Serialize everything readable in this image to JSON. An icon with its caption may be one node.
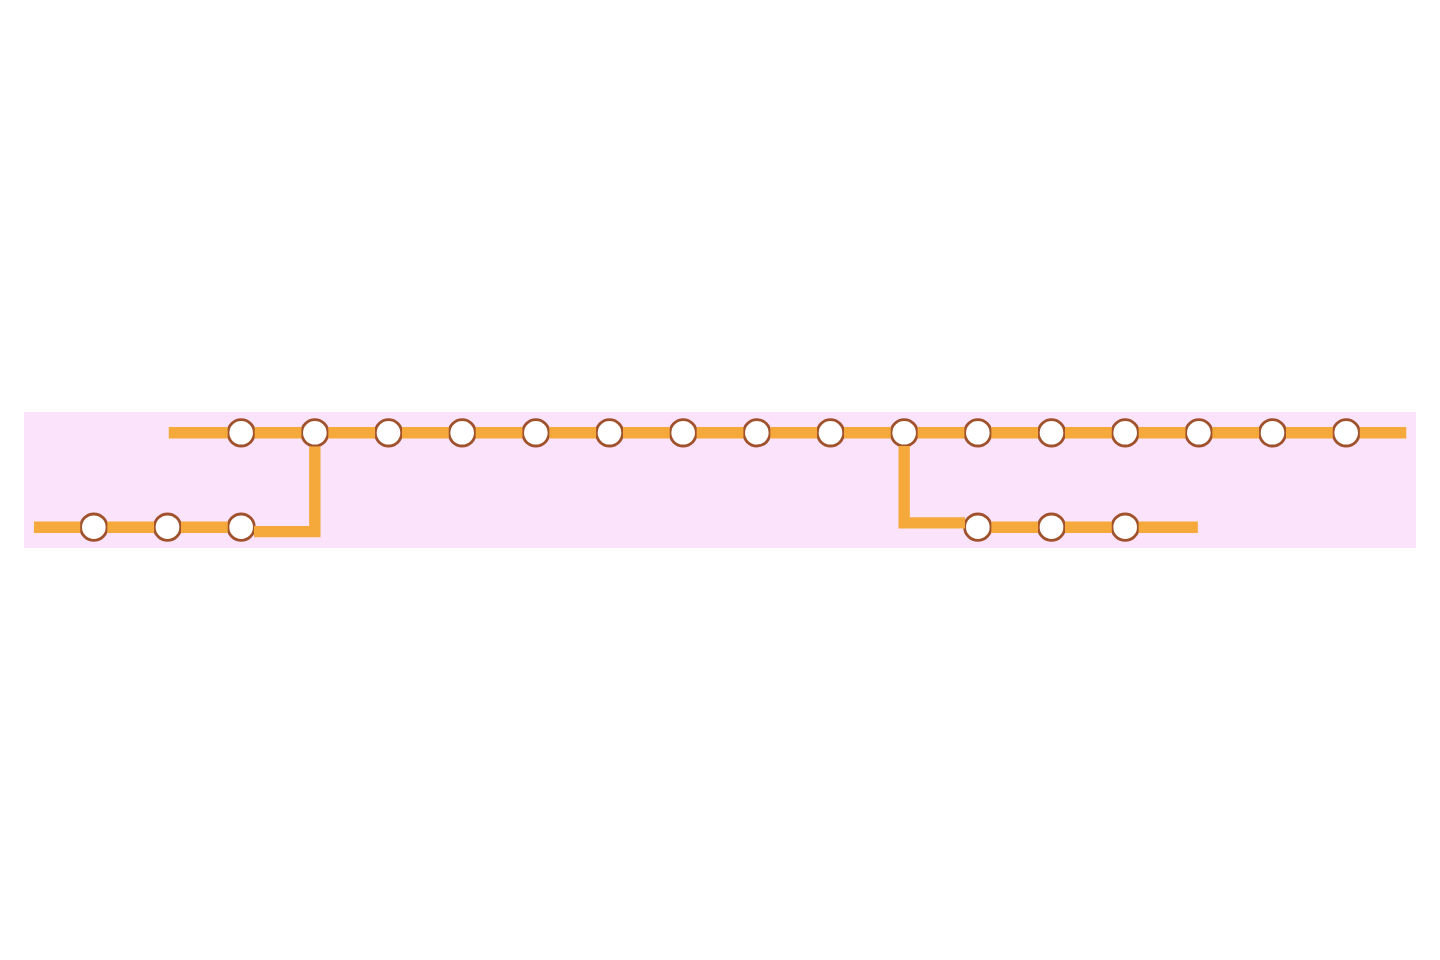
{
  "diagram": {
    "nodes": [
      {
        "text": [],
        "shape": "circle"
      },
      {
        "text": [],
        "shape": "circle"
      },
      {
        "text": [],
        "shape": "circle"
      },
      {
        "text": [],
        "shape": "circle"
      },
      {
        "text": [],
        "shape": "circle"
      },
      {
        "text": [],
        "shape": "circle"
      },
      {
        "text": [],
        "shape": "circle"
      },
      {
        "text": [],
        "shape": "circle"
      },
      {
        "text": [],
        "shape": "circle"
      },
      {
        "text": [],
        "shape": "circle"
      },
      {
        "text": [],
        "shape": "circle"
      },
      {
        "text": [],
        "shape": "circle"
      },
      {
        "text": [],
        "shape": "circle"
      },
      {
        "text": [],
        "shape": "circle"
      },
      {
        "text": [],
        "shape": "circle"
      },
      {
        "text": [],
        "shape": "circle"
      },
      {
        "text": [],
        "shape": "circle"
      },
      {
        "text": [],
        "shape": "circle"
      },
      {
        "text": [],
        "shape": "circle"
      },
      {
        "text": [],
        "shape": "circle"
      },
      {
        "text": [],
        "shape": "circle"
      },
      {
        "text": [],
        "shape": "circle"
      }
    ],
    "edges": [
      {
        "from": null,
        "to": 0,
        "arrow": "none"
      },
      {
        "from": 0,
        "to": 1,
        "arrow": "none"
      },
      {
        "from": 1,
        "to": 2,
        "arrow": "none"
      },
      {
        "from": 2,
        "to": 3,
        "arrow": "none"
      },
      {
        "from": 3,
        "to": 4,
        "arrow": "none"
      },
      {
        "from": 4,
        "to": 5,
        "arrow": "none"
      },
      {
        "from": 5,
        "to": 6,
        "arrow": "none"
      },
      {
        "from": 6,
        "to": 7,
        "arrow": "none"
      },
      {
        "from": 7,
        "to": 8,
        "arrow": "none"
      },
      {
        "from": 8,
        "to": 9,
        "arrow": "none"
      },
      {
        "from": 9,
        "to": 10,
        "arrow": "none"
      },
      {
        "from": 10,
        "to": 11,
        "arrow": "none"
      },
      {
        "from": 11,
        "to": 12,
        "arrow": "none"
      },
      {
        "from": 12,
        "to": 13,
        "arrow": "none"
      },
      {
        "from": 13,
        "to": 14,
        "arrow": "none"
      },
      {
        "from": 14,
        "to": 15,
        "arrow": "none"
      },
      {
        "from": 15,
        "to": null,
        "arrow": "none"
      },
      {
        "from": null,
        "to": 16,
        "arrow": "none"
      },
      {
        "from": 16,
        "to": 17,
        "arrow": "none"
      },
      {
        "from": 17,
        "to": 18,
        "arrow": "none"
      },
      {
        "from": 18,
        "to": 1,
        "arrow": "none"
      },
      {
        "from": 9,
        "to": 19,
        "arrow": "none"
      },
      {
        "from": 19,
        "to": 20,
        "arrow": "none"
      },
      {
        "from": 20,
        "to": 21,
        "arrow": "none"
      },
      {
        "from": 21,
        "to": null,
        "arrow": "none"
      }
    ]
  }
}
